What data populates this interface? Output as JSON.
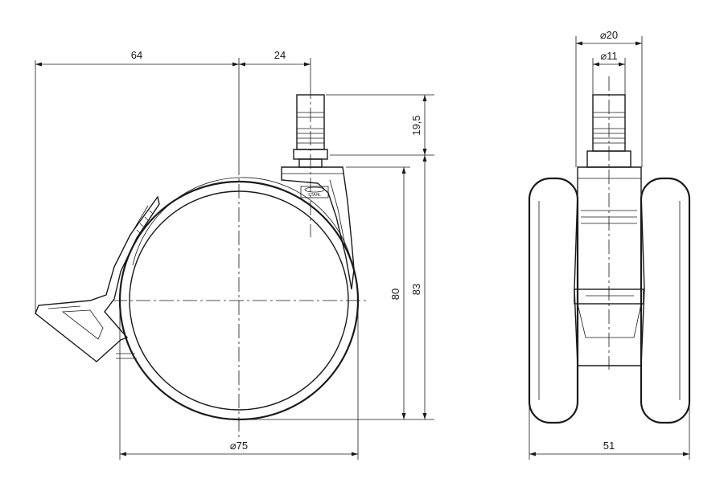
{
  "dimensions": {
    "side_width_left": "64",
    "side_width_right": "24",
    "stem_height": "19,5",
    "wheel_height": "80",
    "total_height": "83",
    "wheel_diameter": "⌀75",
    "stem_outer_diameter": "⌀20",
    "stem_inner_diameter": "⌀11",
    "front_width": "51"
  },
  "logo": {
    "text": "STAHL"
  },
  "colors": {
    "line": "#1a1a1a",
    "background": "#ffffff"
  }
}
